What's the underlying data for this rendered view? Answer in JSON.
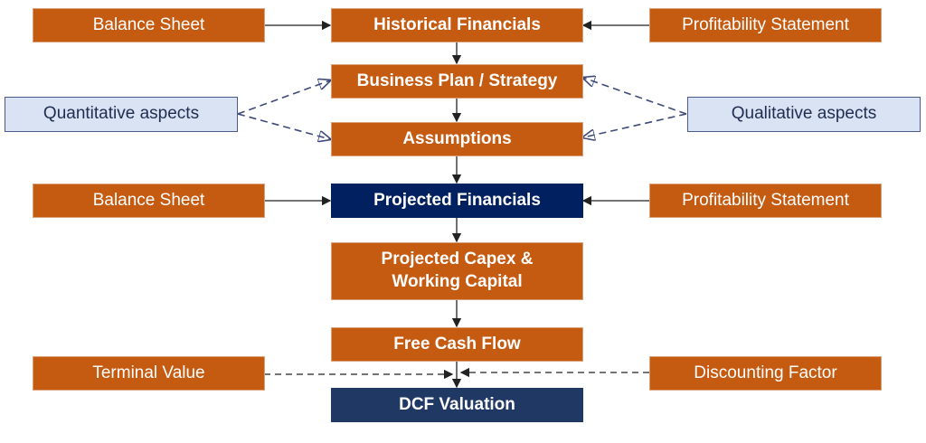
{
  "nodes": {
    "balance_sheet_top": "Balance Sheet",
    "historical_financials": "Historical Financials",
    "profitability_top": "Profitability Statement",
    "business_plan": "Business Plan / Strategy",
    "quantitative": "Quantitative aspects",
    "qualitative": "Qualitative aspects",
    "assumptions": "Assumptions",
    "balance_sheet_mid": "Balance Sheet",
    "projected_financials": "Projected Financials",
    "profitability_mid": "Profitability Statement",
    "capex_line1": "Projected Capex &",
    "capex_line2": "Working Capital",
    "free_cash_flow": "Free Cash Flow",
    "terminal_value": "Terminal Value",
    "discounting_factor": "Discounting Factor",
    "dcf_valuation": "DCF Valuation"
  },
  "colors": {
    "orange": "#C55A11",
    "light_blue": "#DAE3F3",
    "navy": "#002060",
    "dcf_navy": "#203864"
  }
}
